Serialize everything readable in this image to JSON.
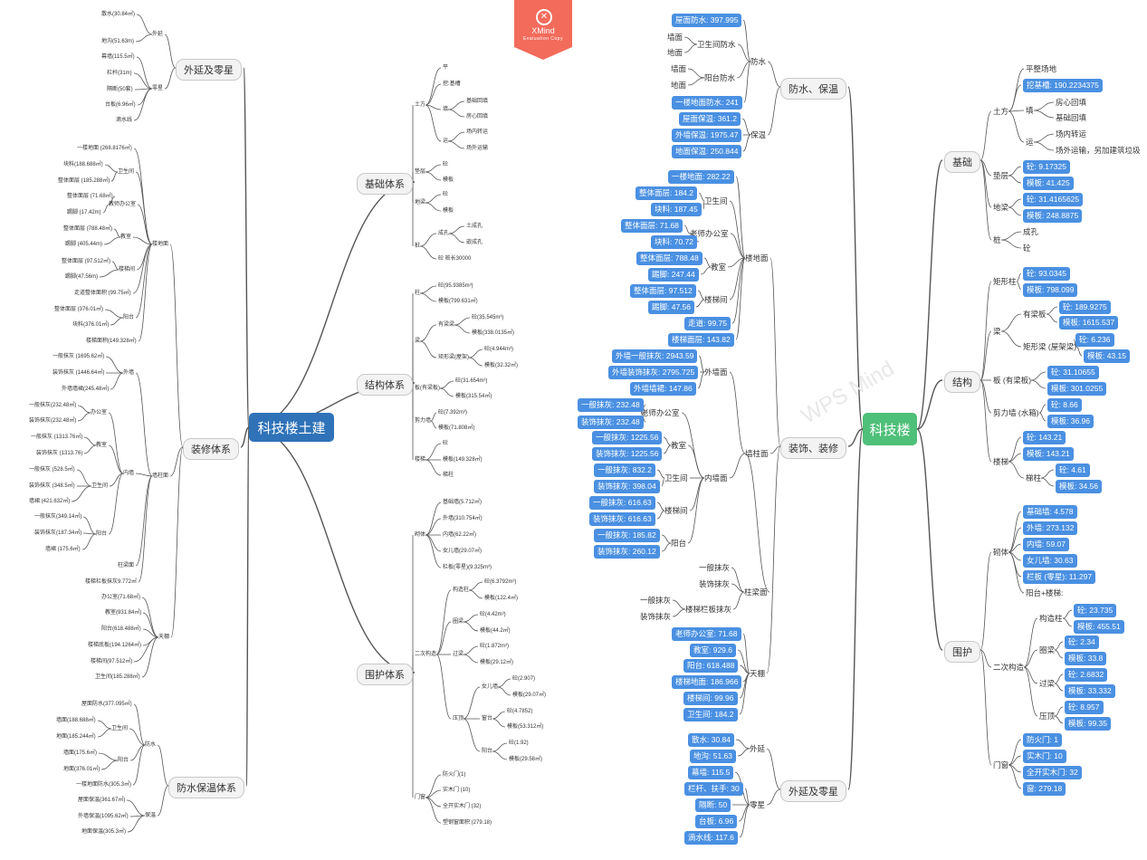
{
  "colors": {
    "line": "#555555",
    "pill": "#4a90e2",
    "left_root": "#2f72b8",
    "right_root": "#4fc079",
    "badge": "#f36b5b"
  },
  "badge": {
    "brand": "XMind",
    "subtitle": "Evaluation Copy",
    "icon": "close-circle-icon"
  },
  "watermark": "WPS Mind",
  "left_root": "科技楼土建",
  "right_root": "科技楼",
  "left_main": [
    {
      "id": "L1",
      "label": "外延及零星"
    },
    {
      "id": "L2",
      "label": "基础体系"
    },
    {
      "id": "L3",
      "label": "结构体系"
    },
    {
      "id": "L4",
      "label": "装修体系"
    },
    {
      "id": "L5",
      "label": "围护体系"
    },
    {
      "id": "L6",
      "label": "防水保温体系"
    }
  ],
  "right_main": [
    {
      "id": "R1",
      "label": "防水、保温"
    },
    {
      "id": "R2",
      "label": "装饰、装修"
    },
    {
      "id": "R3",
      "label": "外延及零星"
    },
    {
      "id": "R4",
      "label": "基础"
    },
    {
      "id": "R5",
      "label": "结构"
    },
    {
      "id": "R6",
      "label": "围护"
    }
  ],
  "nodes": [
    {
      "id": "a1",
      "text": "外延"
    },
    {
      "id": "a2",
      "text": "零星"
    },
    {
      "id": "a3",
      "text": "散水(30.84㎡)"
    },
    {
      "id": "a4",
      "text": "地沟(51.63m)"
    },
    {
      "id": "a5",
      "text": "幕墙(115.5㎡)"
    },
    {
      "id": "a6",
      "text": "栏杆(31m)"
    },
    {
      "id": "a7",
      "text": "隔断(50套)"
    },
    {
      "id": "a8",
      "text": "台板(6.96㎡)"
    },
    {
      "id": "a9",
      "text": "滴水线"
    },
    {
      "id": "b1",
      "text": "土方"
    },
    {
      "id": "b2",
      "text": "平"
    },
    {
      "id": "b3",
      "text": "挖:基槽"
    },
    {
      "id": "b4",
      "text": "填"
    },
    {
      "id": "b5",
      "text": "运"
    },
    {
      "id": "b6",
      "text": "基础回填"
    },
    {
      "id": "b7",
      "text": "房心回填"
    },
    {
      "id": "b8",
      "text": "场内转运"
    },
    {
      "id": "b9",
      "text": "场外运输"
    },
    {
      "id": "b10",
      "text": "垫层"
    },
    {
      "id": "b11",
      "text": "砼"
    },
    {
      "id": "b12",
      "text": "模板"
    },
    {
      "id": "b13",
      "text": "地梁"
    },
    {
      "id": "b14",
      "text": "砼"
    },
    {
      "id": "b15",
      "text": "模板"
    },
    {
      "id": "b16",
      "text": "桩"
    },
    {
      "id": "b17",
      "text": "成孔"
    },
    {
      "id": "b18",
      "text": "土成孔"
    },
    {
      "id": "b19",
      "text": "嵌成孔"
    },
    {
      "id": "b20",
      "text": "砼 桩长30000"
    },
    {
      "id": "c1",
      "text": "柱"
    },
    {
      "id": "c2",
      "text": "砼(95.9385m³)"
    },
    {
      "id": "c3",
      "text": "模板(799.631㎡)"
    },
    {
      "id": "c4",
      "text": "梁"
    },
    {
      "id": "c5",
      "text": "有梁梁"
    },
    {
      "id": "c6",
      "text": "砼(35.545m³)"
    },
    {
      "id": "c7",
      "text": "模板(338.0135㎡)"
    },
    {
      "id": "c8",
      "text": "矩形梁(屋架)"
    },
    {
      "id": "c9",
      "text": "砼(4.944m³)"
    },
    {
      "id": "c10",
      "text": "模板(32.32㎡)"
    },
    {
      "id": "c11",
      "text": "板(有梁板)"
    },
    {
      "id": "c12",
      "text": "砼(31.654m³)"
    },
    {
      "id": "c13",
      "text": "模板(315.54㎡)"
    },
    {
      "id": "c14",
      "text": "剪力墙"
    },
    {
      "id": "c15",
      "text": "砼(7.392m³)"
    },
    {
      "id": "c16",
      "text": "模板(71.808㎡)"
    },
    {
      "id": "c17",
      "text": "楼梯"
    },
    {
      "id": "c18",
      "text": "砼"
    },
    {
      "id": "c19",
      "text": "模板(149.328㎡)"
    },
    {
      "id": "c20",
      "text": "梯柱"
    },
    {
      "id": "d1",
      "text": "楼地面"
    },
    {
      "id": "d2",
      "text": "墙柱面"
    },
    {
      "id": "d3",
      "text": "天棚"
    },
    {
      "id": "d4",
      "text": "一楼地面 (268.8176㎡)"
    },
    {
      "id": "d5",
      "text": "卫生间"
    },
    {
      "id": "d6",
      "text": "块料(188.688㎡)"
    },
    {
      "id": "d7",
      "text": "整体面层 (185.288㎡)"
    },
    {
      "id": "d8",
      "text": "教师办公室"
    },
    {
      "id": "d9",
      "text": "整体面层 (71.68㎡)"
    },
    {
      "id": "d10",
      "text": "踢脚 (17.42m)"
    },
    {
      "id": "d11",
      "text": "教室"
    },
    {
      "id": "d12",
      "text": "整体面层 (788.48㎡)"
    },
    {
      "id": "d13",
      "text": "踢脚 (405.44m)"
    },
    {
      "id": "d14",
      "text": "楼梯间"
    },
    {
      "id": "d15",
      "text": "整体面层 (97.512㎡)"
    },
    {
      "id": "d16",
      "text": "踢脚(47.56m)"
    },
    {
      "id": "d17",
      "text": "走道整体面积 (99.75㎡)"
    },
    {
      "id": "d18",
      "text": "阳台"
    },
    {
      "id": "d19",
      "text": "整体面层 (376.01㎡)"
    },
    {
      "id": "d20",
      "text": "块料(376.01㎡)"
    },
    {
      "id": "d21",
      "text": "楼梯面积(149.328㎡)"
    },
    {
      "id": "d22",
      "text": "外墙"
    },
    {
      "id": "d23",
      "text": "一般抹灰 (1695.62㎡)"
    },
    {
      "id": "d24",
      "text": "装饰抹灰 (1446.64㎡)"
    },
    {
      "id": "d25",
      "text": "外墙墙裙(245.48㎡)"
    },
    {
      "id": "d26",
      "text": "内墙"
    },
    {
      "id": "d27",
      "text": "办公室"
    },
    {
      "id": "d28",
      "text": "一般抹灰(232.48㎡)"
    },
    {
      "id": "d29",
      "text": "装饰抹灰(232.48㎡)"
    },
    {
      "id": "d30",
      "text": "教室"
    },
    {
      "id": "d31",
      "text": "一般抹灰 (1313.76㎡)"
    },
    {
      "id": "d32",
      "text": "装饰抹灰 (1313.76)"
    },
    {
      "id": "d33",
      "text": "卫生间"
    },
    {
      "id": "d34",
      "text": "一般抹灰 (528.5㎡)"
    },
    {
      "id": "d35",
      "text": "装饰抹灰 (348.5㎡)"
    },
    {
      "id": "d36",
      "text": "墙裙 (421.632㎡)"
    },
    {
      "id": "d37",
      "text": "阳台"
    },
    {
      "id": "d38",
      "text": "一般抹灰(349.14㎡)"
    },
    {
      "id": "d39",
      "text": "装饰抹灰(187.34㎡)"
    },
    {
      "id": "d40",
      "text": "墙裙 (175.6㎡)"
    },
    {
      "id": "d41",
      "text": "柱梁面"
    },
    {
      "id": "d42",
      "text": "楼梯栏板抹灰9.772㎡"
    },
    {
      "id": "d43",
      "text": "办公室(71.68㎡)"
    },
    {
      "id": "d44",
      "text": "教室(931.84㎡)"
    },
    {
      "id": "d45",
      "text": "阳台(618.488㎡)"
    },
    {
      "id": "d46",
      "text": "楼梯底板(194.1264㎡)"
    },
    {
      "id": "d47",
      "text": "楼梯间(97.512㎡)"
    },
    {
      "id": "d48",
      "text": "卫生间(185.288㎡)"
    },
    {
      "id": "e1",
      "text": "砌体"
    },
    {
      "id": "e2",
      "text": "基础墙(5.712㎡)"
    },
    {
      "id": "e3",
      "text": "外墙(310.754㎡)"
    },
    {
      "id": "e4",
      "text": "内墙(62.22㎡)"
    },
    {
      "id": "e5",
      "text": "女儿墙(29.07㎡)"
    },
    {
      "id": "e6",
      "text": "栏板(零星)(9.325m³)"
    },
    {
      "id": "e7",
      "text": "二次构造"
    },
    {
      "id": "e8",
      "text": "构造柱"
    },
    {
      "id": "e9",
      "text": "砼(6.3792m³)"
    },
    {
      "id": "e10",
      "text": "模板(122.4㎡)"
    },
    {
      "id": "e11",
      "text": "圈梁"
    },
    {
      "id": "e12",
      "text": "砼(4.42m³)"
    },
    {
      "id": "e13",
      "text": "模板(44.2㎡)"
    },
    {
      "id": "e14",
      "text": "过梁"
    },
    {
      "id": "e15",
      "text": "砼(1.872m³)"
    },
    {
      "id": "e16",
      "text": "模板(29.12㎡)"
    },
    {
      "id": "e17",
      "text": "压顶"
    },
    {
      "id": "e18",
      "text": "女儿墙"
    },
    {
      "id": "e19",
      "text": "砼(2.907)"
    },
    {
      "id": "e20",
      "text": "模板(29.07㎡)"
    },
    {
      "id": "e21",
      "text": "窗台"
    },
    {
      "id": "e22",
      "text": "砼(4.7852)"
    },
    {
      "id": "e23",
      "text": "模板(53.312㎡)"
    },
    {
      "id": "e24",
      "text": "阳台"
    },
    {
      "id": "e25",
      "text": "砼(1.92)"
    },
    {
      "id": "e26",
      "text": "模板(29.58㎡)"
    },
    {
      "id": "e27",
      "text": "门窗"
    },
    {
      "id": "e28",
      "text": "防火门(1)"
    },
    {
      "id": "e29",
      "text": "实木门 (10)"
    },
    {
      "id": "e30",
      "text": "全开实木门 (32)"
    },
    {
      "id": "e31",
      "text": "塑钢窗面积 (279.18)"
    },
    {
      "id": "f1",
      "text": "防水"
    },
    {
      "id": "f2",
      "text": "屋面防水(377.095㎡)"
    },
    {
      "id": "f3",
      "text": "卫生间"
    },
    {
      "id": "f4",
      "text": "墙面(188.688㎡)"
    },
    {
      "id": "f5",
      "text": "地面(185.244㎡)"
    },
    {
      "id": "f6",
      "text": "阳台"
    },
    {
      "id": "f7",
      "text": "墙面(175.6㎡)"
    },
    {
      "id": "f8",
      "text": "地面(376.01㎡)"
    },
    {
      "id": "f9",
      "text": "一楼地面防水(305.3㎡)"
    },
    {
      "id": "f10",
      "text": "保温"
    },
    {
      "id": "f11",
      "text": "屋面保温(361.67㎡)"
    },
    {
      "id": "f12",
      "text": "外墙保温(1095.62㎡)"
    },
    {
      "id": "f13",
      "text": "地面保温(305.3㎡)"
    },
    {
      "id": "p1",
      "text": "屋面防水: 397.995"
    },
    {
      "id": "p2",
      "text": "卫生间防水"
    },
    {
      "id": "p3",
      "text": "墙面"
    },
    {
      "id": "p4",
      "text": "地面"
    },
    {
      "id": "p5",
      "text": "阳台防水"
    },
    {
      "id": "p6",
      "text": "墙面"
    },
    {
      "id": "p7",
      "text": "地面"
    },
    {
      "id": "p8",
      "text": "一楼地面防水: 241"
    },
    {
      "id": "p9",
      "text": "防水"
    },
    {
      "id": "p10",
      "text": "屋面保温: 361.2"
    },
    {
      "id": "p11",
      "text": "外墙保温: 1975.47"
    },
    {
      "id": "p12",
      "text": "地面保温: 250.844"
    },
    {
      "id": "p13",
      "text": "保温"
    },
    {
      "id": "q1",
      "text": "楼地面"
    },
    {
      "id": "q2",
      "text": "一楼地面: 282.22"
    },
    {
      "id": "q3",
      "text": "卫生间"
    },
    {
      "id": "q4",
      "text": "整体面层: 184.2"
    },
    {
      "id": "q5",
      "text": "块料: 187.45"
    },
    {
      "id": "q6",
      "text": "老师办公室"
    },
    {
      "id": "q7",
      "text": "整体面层: 71.68"
    },
    {
      "id": "q8",
      "text": "块料: 70.72"
    },
    {
      "id": "q9",
      "text": "教室"
    },
    {
      "id": "q10",
      "text": "整体面层: 788.48"
    },
    {
      "id": "q11",
      "text": "踢脚: 247.44"
    },
    {
      "id": "q12",
      "text": "楼梯间"
    },
    {
      "id": "q13",
      "text": "整体面层: 97.512"
    },
    {
      "id": "q14",
      "text": "踢脚: 47.56"
    },
    {
      "id": "q15",
      "text": "走道: 99.75"
    },
    {
      "id": "q16",
      "text": "楼梯面层: 143.82"
    },
    {
      "id": "q17",
      "text": "墙柱面"
    },
    {
      "id": "q18",
      "text": "外墙面"
    },
    {
      "id": "q19",
      "text": "外墙一般抹灰: 2943.59"
    },
    {
      "id": "q20",
      "text": "外墙装饰抹灰: 2795.725"
    },
    {
      "id": "q21",
      "text": "外墙墙裙: 147.86"
    },
    {
      "id": "q22",
      "text": "内墙面"
    },
    {
      "id": "q23",
      "text": "老师办公室"
    },
    {
      "id": "q24",
      "text": "一般抹灰: 232.48"
    },
    {
      "id": "q25",
      "text": "装饰抹灰: 232.48"
    },
    {
      "id": "q26",
      "text": "教室"
    },
    {
      "id": "q27",
      "text": "一般抹灰: 1225.56"
    },
    {
      "id": "q28",
      "text": "装饰抹灰: 1225.56"
    },
    {
      "id": "q29",
      "text": "卫生间"
    },
    {
      "id": "q30",
      "text": "一般抹灰: 832.2"
    },
    {
      "id": "q31",
      "text": "装饰抹灰: 398.04"
    },
    {
      "id": "q32",
      "text": "楼梯间"
    },
    {
      "id": "q33",
      "text": "一般抹灰: 616.63"
    },
    {
      "id": "q34",
      "text": "装饰抹灰: 616.63"
    },
    {
      "id": "q35",
      "text": "阳台"
    },
    {
      "id": "q36",
      "text": "一般抹灰: 185.82"
    },
    {
      "id": "q37",
      "text": "装饰抹灰: 260.12"
    },
    {
      "id": "q38",
      "text": "柱梁面"
    },
    {
      "id": "q39",
      "text": "一般抹灰"
    },
    {
      "id": "q40",
      "text": "装饰抹灰"
    },
    {
      "id": "q41",
      "text": "楼梯栏板抹灰"
    },
    {
      "id": "q42",
      "text": "一般抹灰"
    },
    {
      "id": "q43",
      "text": "装饰抹灰"
    },
    {
      "id": "q44",
      "text": "天棚"
    },
    {
      "id": "q45",
      "text": "老师办公室: 71.68"
    },
    {
      "id": "q46",
      "text": "教室: 929.6"
    },
    {
      "id": "q47",
      "text": "阳台: 618.488"
    },
    {
      "id": "q48",
      "text": "楼梯地面: 186.966"
    },
    {
      "id": "q49",
      "text": "楼梯间: 99.96"
    },
    {
      "id": "q50",
      "text": "卫生间: 184.2"
    },
    {
      "id": "s1",
      "text": "外延"
    },
    {
      "id": "s2",
      "text": "散水: 30.84"
    },
    {
      "id": "s3",
      "text": "地沟: 51.63"
    },
    {
      "id": "s4",
      "text": "零星"
    },
    {
      "id": "s5",
      "text": "幕墙: 115.5"
    },
    {
      "id": "s6",
      "text": "栏杆、扶手: 30"
    },
    {
      "id": "s7",
      "text": "隔断: 50"
    },
    {
      "id": "s8",
      "text": "台板: 6.96"
    },
    {
      "id": "s9",
      "text": "滴水线: 117.6"
    },
    {
      "id": "t1",
      "text": "土方"
    },
    {
      "id": "t2",
      "text": "平整场地"
    },
    {
      "id": "t3",
      "text": "挖基槽: 190.2234375"
    },
    {
      "id": "t4",
      "text": "填"
    },
    {
      "id": "t5",
      "text": "房心回填"
    },
    {
      "id": "t6",
      "text": "基础回填"
    },
    {
      "id": "t7",
      "text": "运"
    },
    {
      "id": "t8",
      "text": "场内转运"
    },
    {
      "id": "t9",
      "text": "场外运输，另加建筑垃圾"
    },
    {
      "id": "t10",
      "text": "垫层"
    },
    {
      "id": "t11",
      "text": "砼: 9.17325"
    },
    {
      "id": "t12",
      "text": "模板: 41.425"
    },
    {
      "id": "t13",
      "text": "地梁"
    },
    {
      "id": "t14",
      "text": "砼: 31.4165625"
    },
    {
      "id": "t15",
      "text": "模板: 248.8875"
    },
    {
      "id": "t16",
      "text": "桩"
    },
    {
      "id": "t17",
      "text": "成孔"
    },
    {
      "id": "t18",
      "text": "砼"
    },
    {
      "id": "u1",
      "text": "矩形柱"
    },
    {
      "id": "u2",
      "text": "砼: 93.0345"
    },
    {
      "id": "u3",
      "text": "模板: 798.099"
    },
    {
      "id": "u4",
      "text": "梁"
    },
    {
      "id": "u5",
      "text": "有梁板"
    },
    {
      "id": "u6",
      "text": "砼: 189.9275"
    },
    {
      "id": "u7",
      "text": "模板: 1615.537"
    },
    {
      "id": "u8",
      "text": "矩形梁 (屋架梁)"
    },
    {
      "id": "u9",
      "text": "砼: 6.236"
    },
    {
      "id": "u10",
      "text": "模板: 43.15"
    },
    {
      "id": "u11",
      "text": "板 (有梁板)"
    },
    {
      "id": "u12",
      "text": "砼: 31.10655"
    },
    {
      "id": "u13",
      "text": "模板: 301.0255"
    },
    {
      "id": "u14",
      "text": "剪力墙 (水箱)"
    },
    {
      "id": "u15",
      "text": "砼: 8.66"
    },
    {
      "id": "u16",
      "text": "模板: 36.96"
    },
    {
      "id": "u17",
      "text": "楼梯"
    },
    {
      "id": "u18",
      "text": "砼: 143.21"
    },
    {
      "id": "u19",
      "text": "模板: 143.21"
    },
    {
      "id": "u20",
      "text": "梯柱"
    },
    {
      "id": "u21",
      "text": "砼: 4.61"
    },
    {
      "id": "u22",
      "text": "模板: 34.56"
    },
    {
      "id": "v1",
      "text": "砌体"
    },
    {
      "id": "v2",
      "text": "基础墙: 4.578"
    },
    {
      "id": "v3",
      "text": "外墙: 273.132"
    },
    {
      "id": "v4",
      "text": "内墙: 59.07"
    },
    {
      "id": "v5",
      "text": "女儿墙: 30.63"
    },
    {
      "id": "v6",
      "text": "栏板 (零星): 11.297"
    },
    {
      "id": "v7",
      "text": "阳台+楼梯:"
    },
    {
      "id": "v8",
      "text": "二次构造"
    },
    {
      "id": "v9",
      "text": "构造柱"
    },
    {
      "id": "v10",
      "text": "砼: 23.735"
    },
    {
      "id": "v11",
      "text": "模板: 455.51"
    },
    {
      "id": "v12",
      "text": "圈梁"
    },
    {
      "id": "v13",
      "text": "砼: 2.34"
    },
    {
      "id": "v14",
      "text": "模板: 33.8"
    },
    {
      "id": "v15",
      "text": "过梁"
    },
    {
      "id": "v16",
      "text": "砼: 2.6832"
    },
    {
      "id": "v17",
      "text": "模板: 33.332"
    },
    {
      "id": "v18",
      "text": "压顶"
    },
    {
      "id": "v19",
      "text": "砼: 8.957"
    },
    {
      "id": "v20",
      "text": "模板: 99.35"
    },
    {
      "id": "v21",
      "text": "门窗"
    },
    {
      "id": "v22",
      "text": "防火门: 1"
    },
    {
      "id": "v23",
      "text": "实木门: 10"
    },
    {
      "id": "v24",
      "text": "全开实木门: 32"
    },
    {
      "id": "v25",
      "text": "窗: 279.18"
    }
  ]
}
